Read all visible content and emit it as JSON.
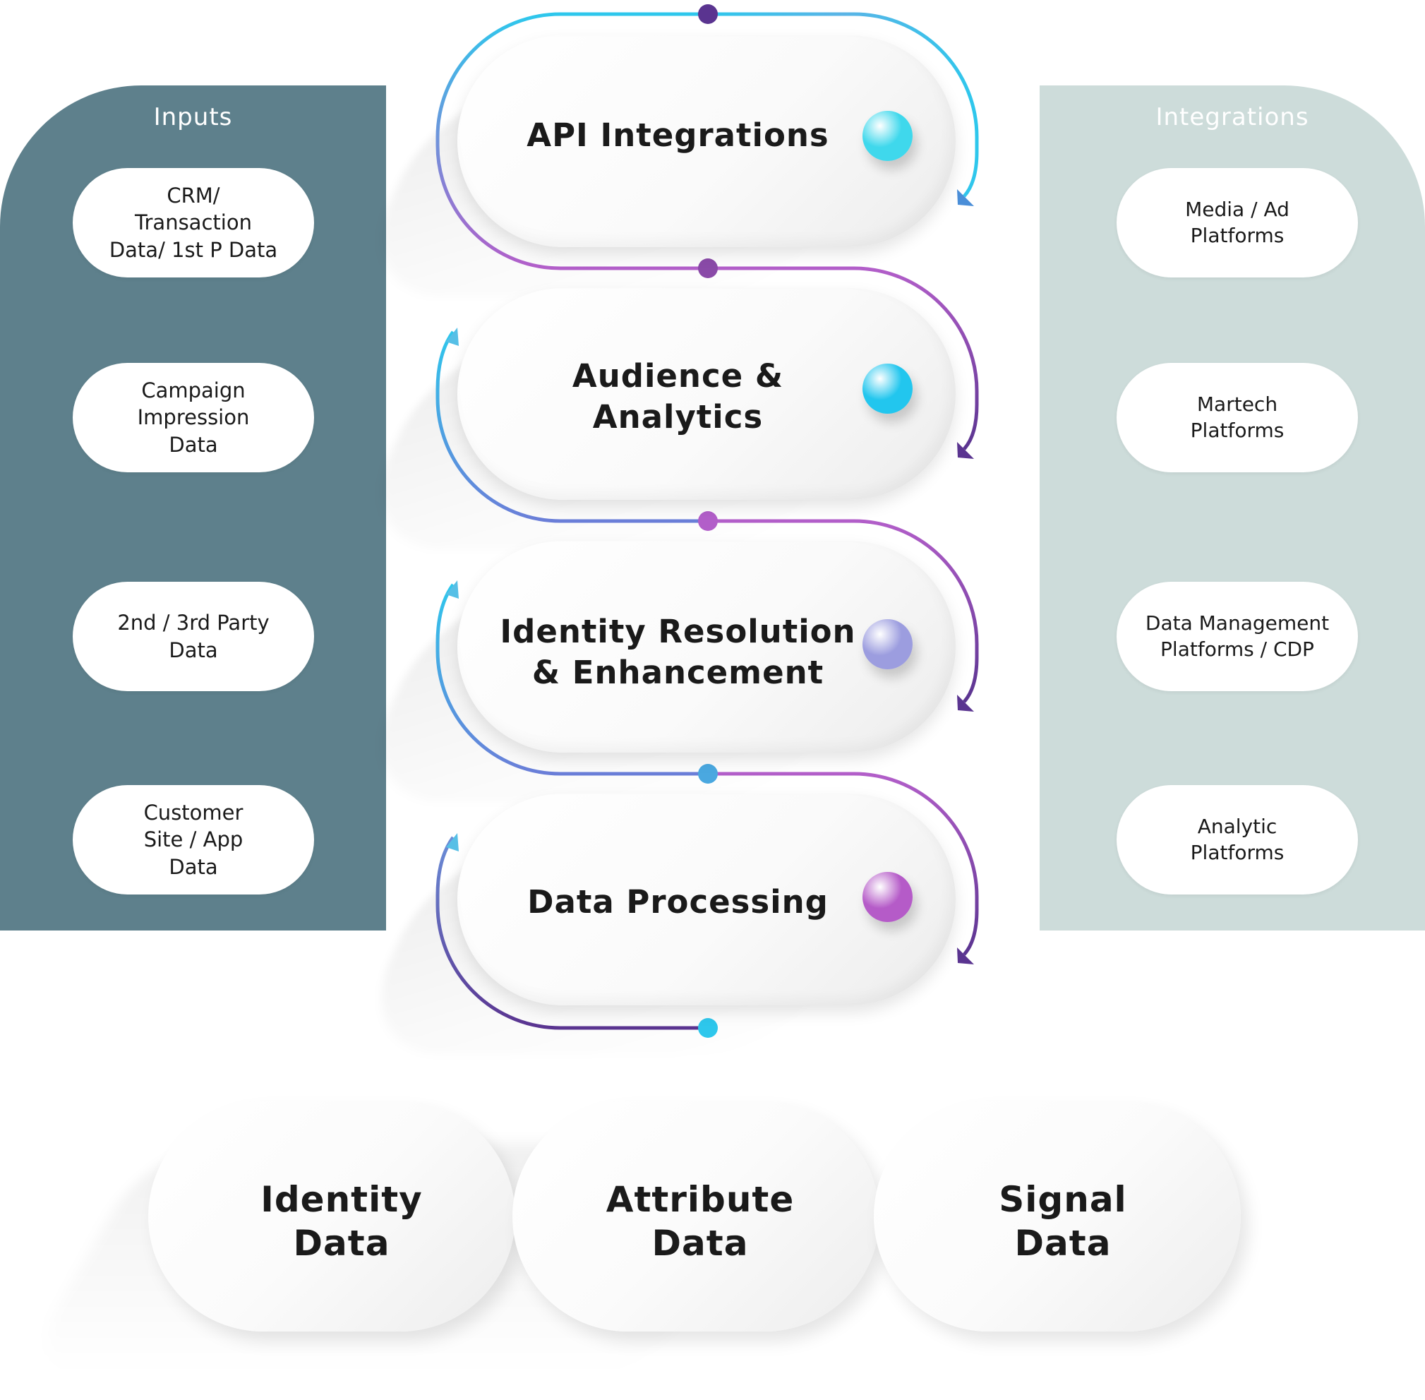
{
  "inputs": {
    "title": "Inputs",
    "items": [
      "CRM/\nTransaction\nData/ 1st P Data",
      "Campaign\nImpression\nData",
      "2nd / 3rd Party\nData",
      "Customer\nSite / App\nData"
    ]
  },
  "integrations": {
    "title": "Integrations",
    "items": [
      "Media / Ad\nPlatforms",
      "Martech\nPlatforms",
      "Data Management\nPlatforms / CDP",
      "Analytic\nPlatforms"
    ]
  },
  "steps": [
    {
      "label": "API Integrations",
      "dot_color": "#3fd8ec"
    },
    {
      "label": "Audience &\nAnalytics",
      "dot_color": "#22c6ee"
    },
    {
      "label": "Identity Resolution\n& Enhancement",
      "dot_color": "#9c9ddf"
    },
    {
      "label": "Data Processing",
      "dot_color": "#b55bc8"
    }
  ],
  "data_types": [
    "Identity\nData",
    "Attribute\nData",
    "Signal\nData"
  ],
  "colors": {
    "inputs_panel": "#5e808c",
    "integrations_panel": "#cddcda",
    "flow_cyan": "#2ec7ec",
    "flow_purple": "#b25ec9",
    "flow_dark_purple": "#5a3490"
  }
}
